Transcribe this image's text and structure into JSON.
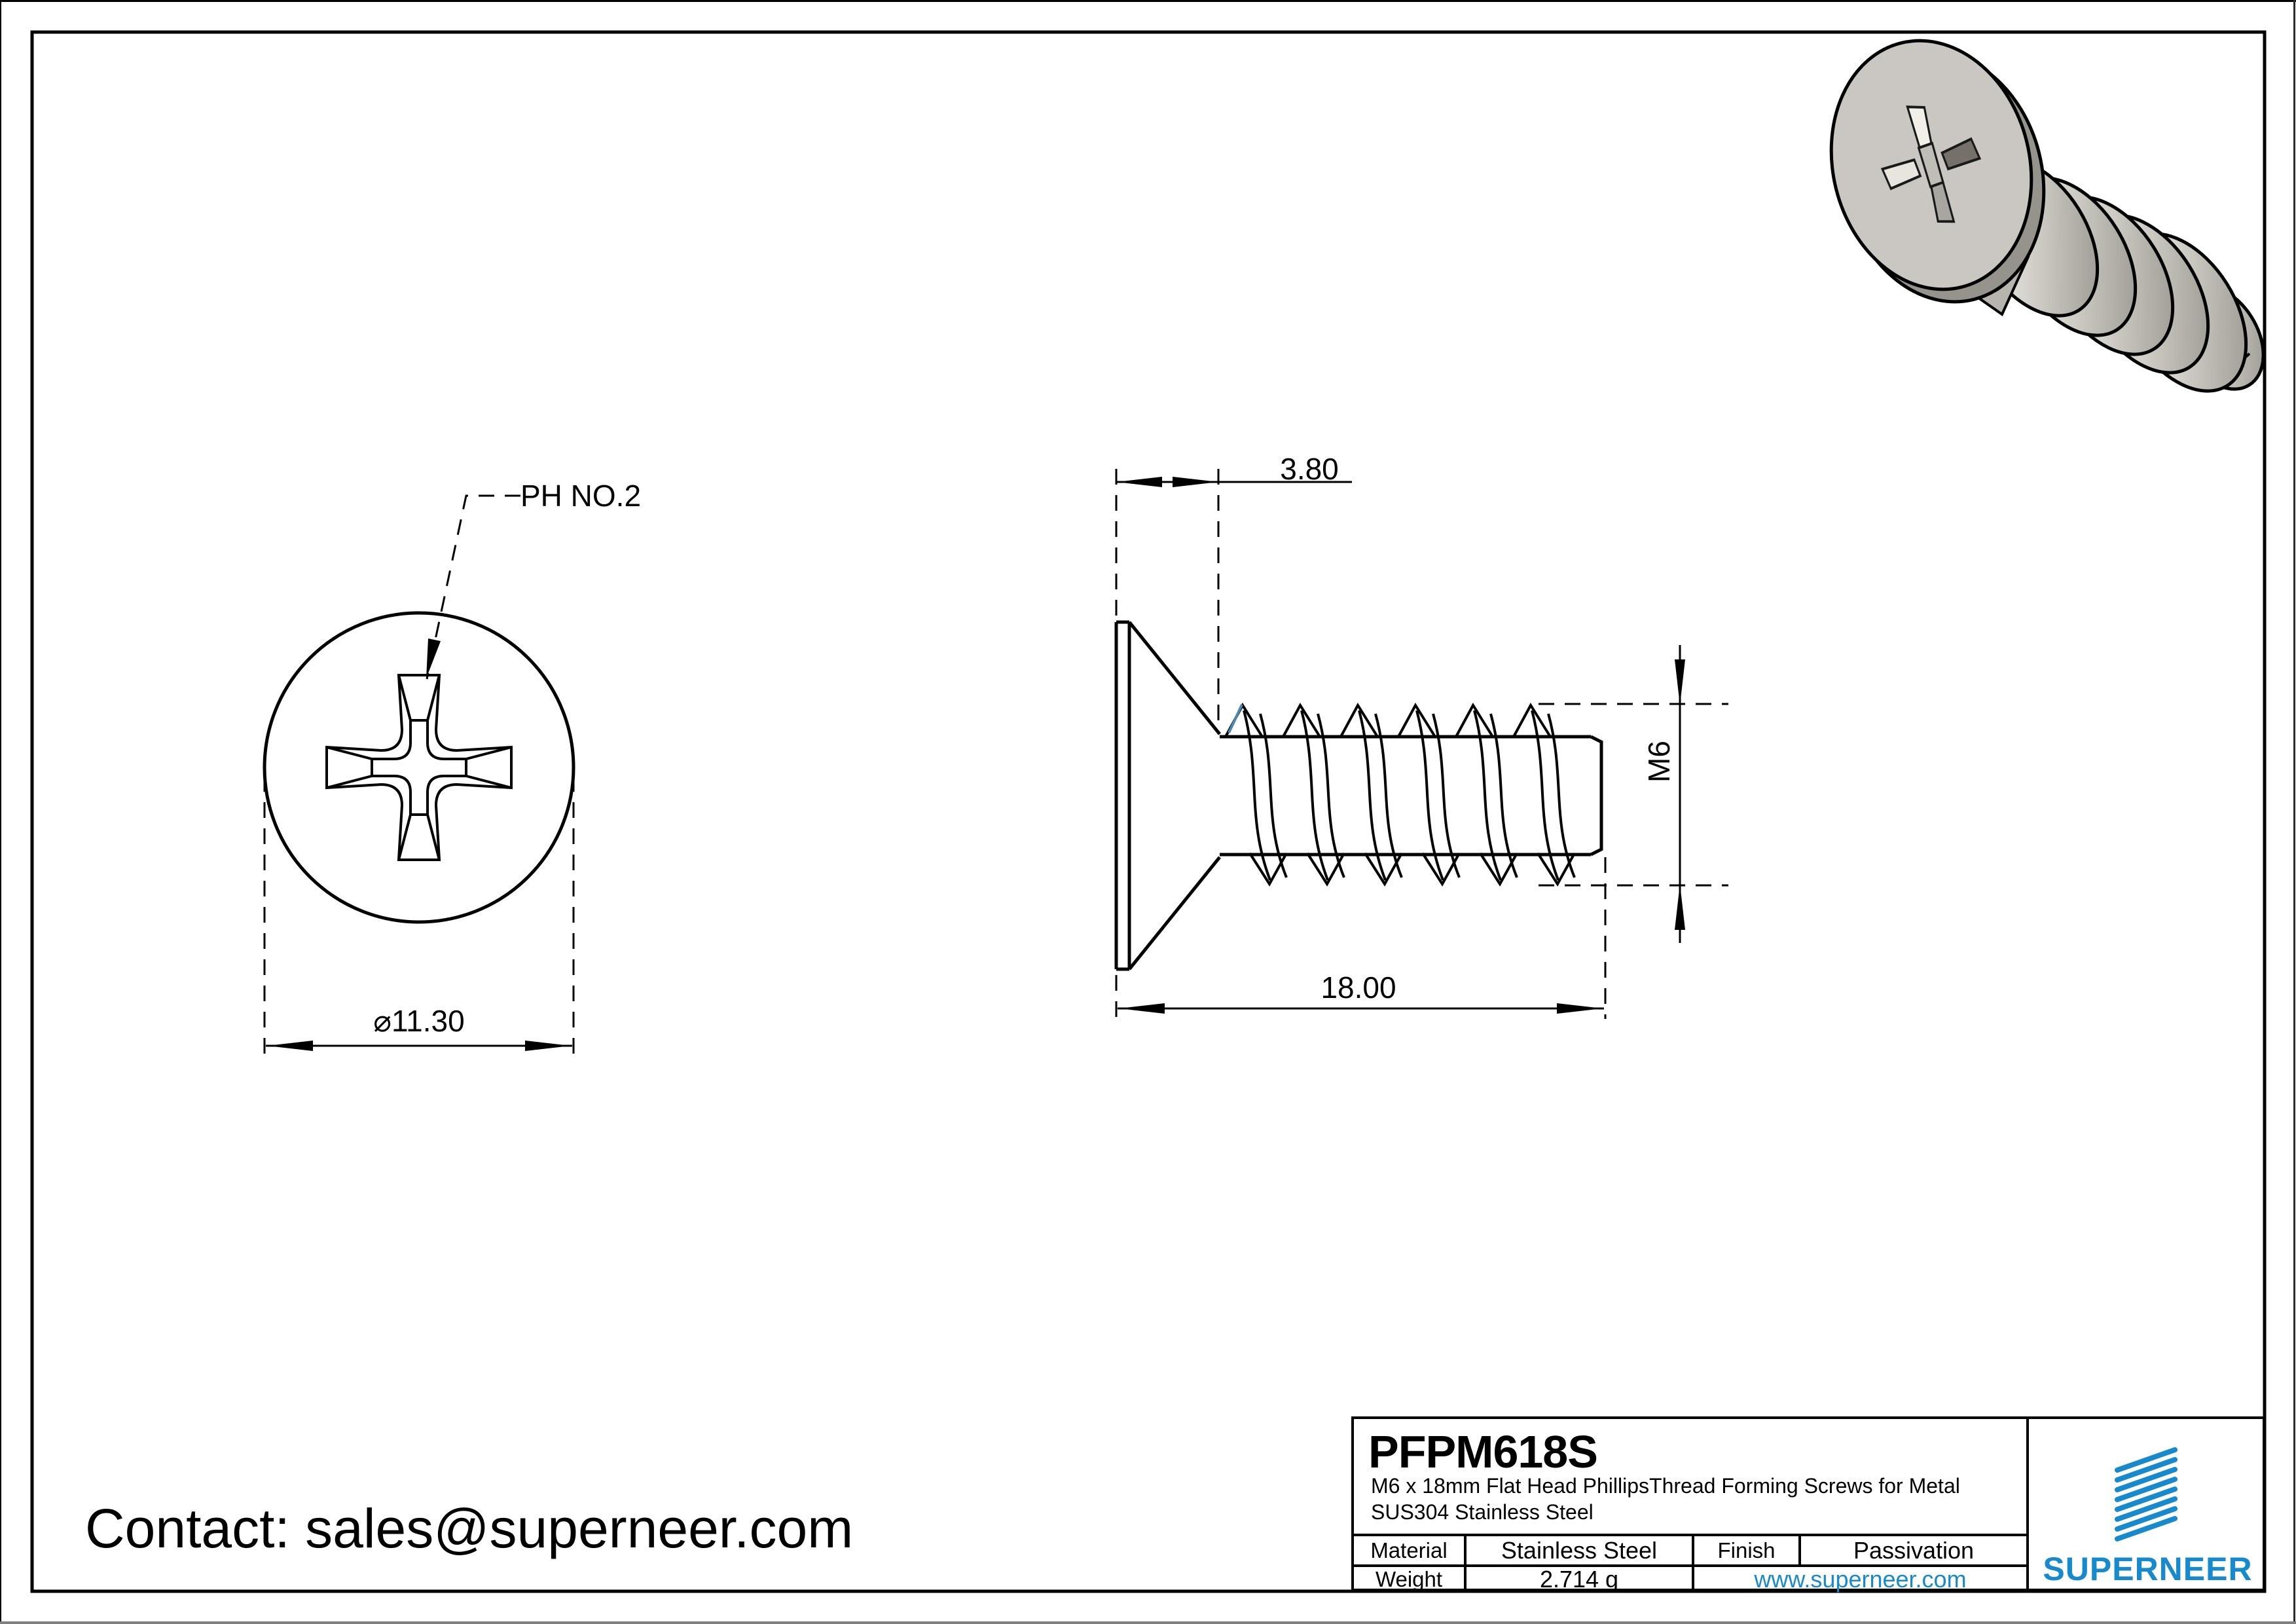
{
  "window": {
    "contact": "Contact: sales@superneer.com"
  },
  "front_view": {
    "drive_label": "PH NO.2",
    "head_diameter": "⌀11.30"
  },
  "side_view": {
    "head_height": "3.80",
    "total_length": "18.00",
    "thread_size": "M6"
  },
  "title_block": {
    "part_number": "PFPM618S",
    "description_line1": "M6 x 18mm Flat Head PhillipsThread Forming Screws for Metal",
    "description_line2": "SUS304 Stainless Steel",
    "material_label": "Material",
    "material_value": "Stainless Steel",
    "finish_label": "Finish",
    "finish_value": "Passivation",
    "weight_label": "Weight",
    "weight_value": "2.714 g",
    "website": "www.superneer.com",
    "brand_name": "SUPERNEER"
  },
  "colors": {
    "brand_blue": "#1789cd",
    "drawing_line": "#000000",
    "thread_start_highlight": "#4d86ad",
    "bottom_strip_gray": "#7f7f7f"
  }
}
